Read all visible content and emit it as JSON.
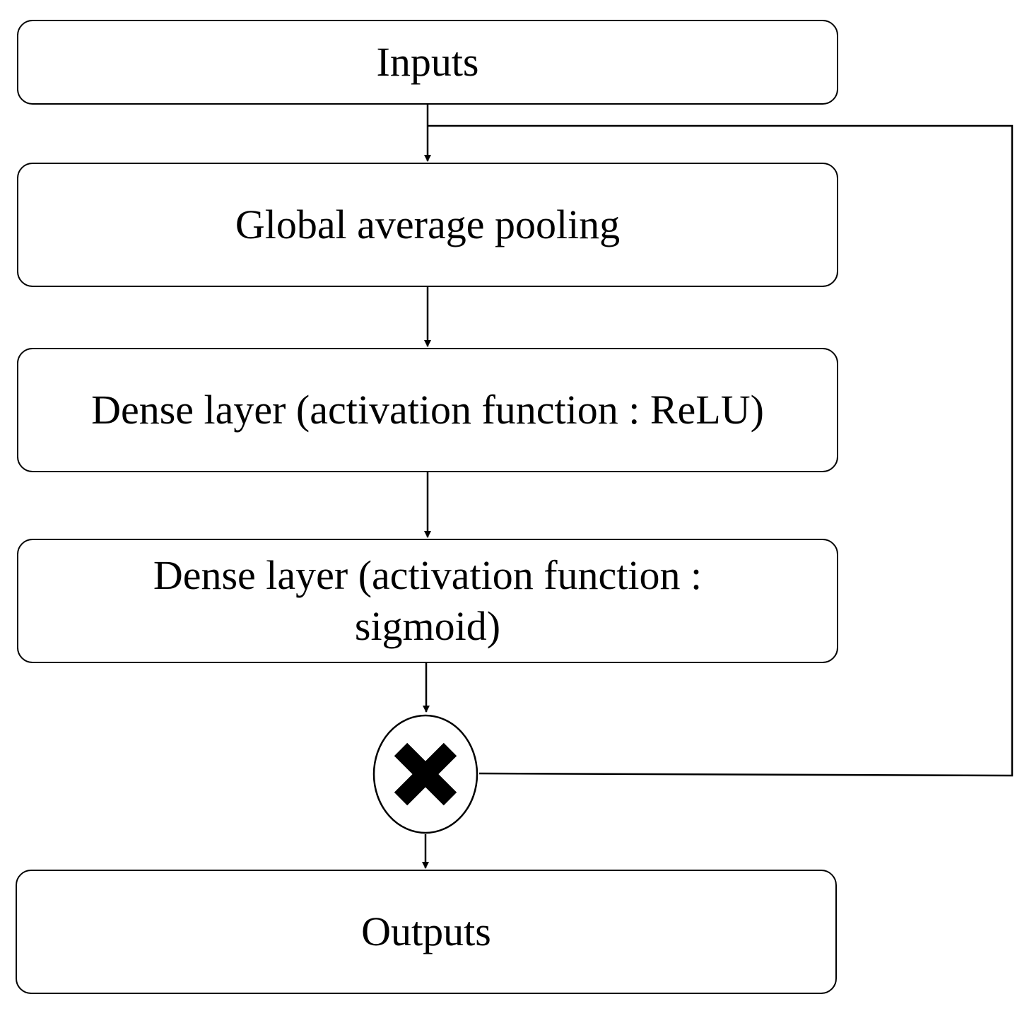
{
  "diagram": {
    "nodes": {
      "inputs": "Inputs",
      "global_average_pooling": "Global average pooling",
      "dense_relu": "Dense layer (activation function : ReLU)",
      "dense_sigmoid": "Dense layer (activation function : sigmoid)",
      "outputs": "Outputs"
    },
    "multiply_operator_icon": "multiply-x-icon",
    "colors": {
      "stroke": "#000000",
      "fill": "#ffffff"
    }
  }
}
